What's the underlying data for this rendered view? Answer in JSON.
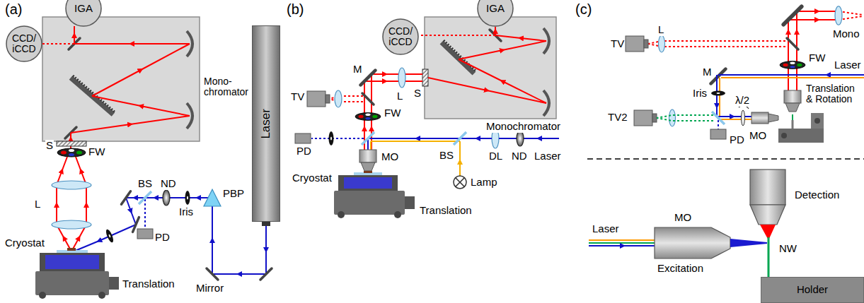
{
  "diagram": {
    "nodes": [
      {
        "text": [
          "IGA"
        ]
      },
      {
        "text": [
          "CCD/ iCCD"
        ]
      },
      {
        "text": [
          "Laser"
        ]
      },
      {
        "text": [
          "IGA"
        ]
      },
      {
        "text": [
          "CCD/ iCCD"
        ]
      },
      {
        "text": [
          "Holder"
        ]
      }
    ],
    "labels": [
      "(a)",
      "Mono-chromator",
      "S",
      "FW",
      "L",
      "BS",
      "ND",
      "Iris",
      "PBP",
      "PD",
      "Cryostat",
      "Translation",
      "Mirror",
      "(b)",
      "TV",
      "M",
      "L",
      "S",
      "Monochromator",
      "FW",
      "PD",
      "BS",
      "DL",
      "ND",
      "Laser",
      "MO",
      "Cryostat",
      "Lamp",
      "Translation",
      "(c)",
      "TV",
      "L",
      "Mono",
      "FW",
      "M",
      "Laser",
      "Iris",
      "TV2",
      "λ/2",
      "Translation & Rotation",
      "PD",
      "MO",
      "Detection",
      "Laser",
      "MO",
      "NW",
      "Excitation"
    ]
  }
}
